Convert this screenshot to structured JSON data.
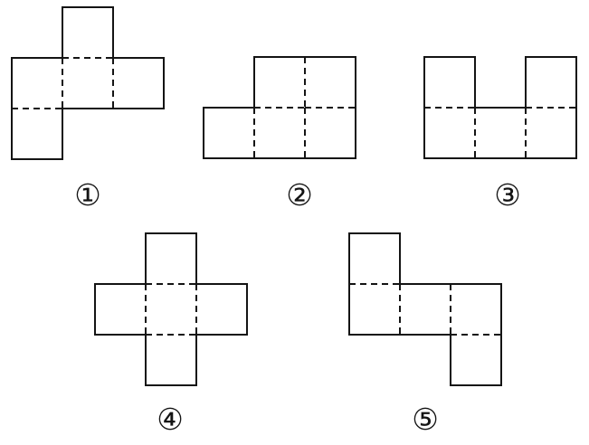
{
  "colors": {
    "ink": "#141414",
    "paper": "#ffffff"
  },
  "figures": [
    {
      "label": "①",
      "cells": [
        [
          1,
          0
        ],
        [
          0,
          1
        ],
        [
          1,
          1
        ],
        [
          2,
          1
        ],
        [
          0,
          2
        ]
      ]
    },
    {
      "label": "②",
      "cells": [
        [
          1,
          0
        ],
        [
          2,
          0
        ],
        [
          0,
          1
        ],
        [
          1,
          1
        ],
        [
          2,
          1
        ]
      ]
    },
    {
      "label": "③",
      "cells": [
        [
          0,
          0
        ],
        [
          2,
          0
        ],
        [
          0,
          1
        ],
        [
          1,
          1
        ],
        [
          2,
          1
        ]
      ]
    },
    {
      "label": "④",
      "cells": [
        [
          1,
          0
        ],
        [
          0,
          1
        ],
        [
          1,
          1
        ],
        [
          2,
          1
        ],
        [
          1,
          2
        ]
      ]
    },
    {
      "label": "⑤",
      "cells": [
        [
          0,
          0
        ],
        [
          0,
          1
        ],
        [
          1,
          1
        ],
        [
          2,
          1
        ],
        [
          2,
          2
        ]
      ]
    }
  ]
}
